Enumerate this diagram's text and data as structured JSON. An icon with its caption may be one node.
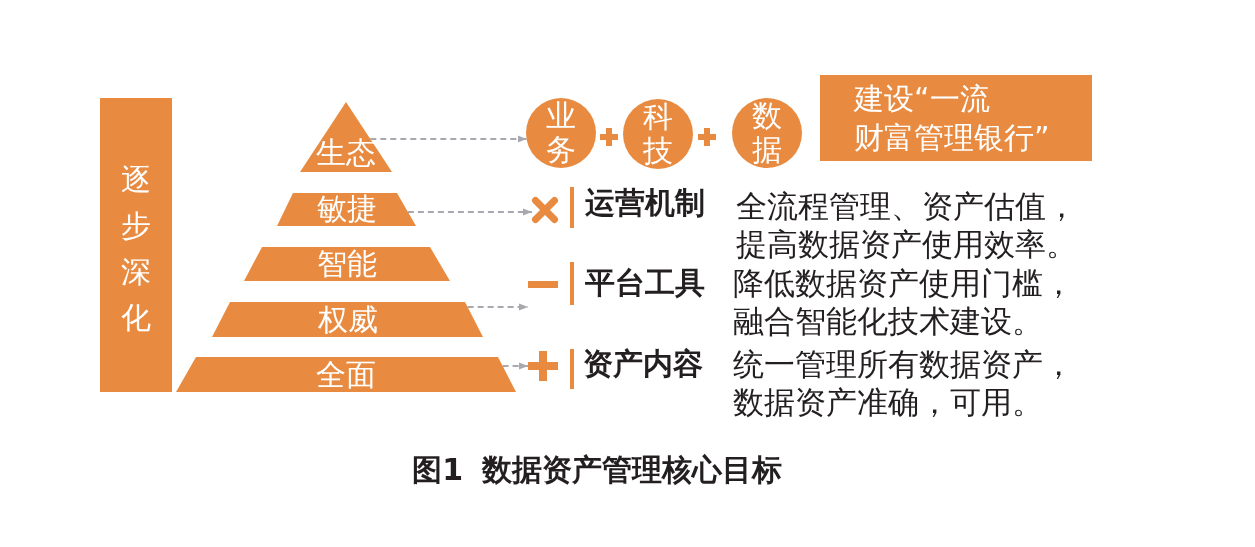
{
  "diagram": {
    "caption": "图1 数据资产管理核心目标",
    "nodes": [
      {
        "text": [
          "逐步深化"
        ]
      },
      {
        "text": [
          "生态"
        ]
      },
      {
        "text": [
          "敏捷"
        ]
      },
      {
        "text": [
          "智能"
        ]
      },
      {
        "text": [
          "权威"
        ]
      },
      {
        "text": [
          "全面"
        ]
      },
      {
        "text": [
          "业务"
        ]
      },
      {
        "text": [
          "科技"
        ]
      },
      {
        "text": [
          "数据"
        ]
      },
      {
        "text": [
          "建设“一流财富管理银行”"
        ]
      },
      {
        "text": [],
        "shape": "cross"
      },
      {
        "text": [],
        "shape": "minus"
      },
      {
        "text": [],
        "shape": "plus"
      }
    ],
    "edges": [
      {
        "from": 1,
        "to": 6,
        "arrow": "to",
        "style": "dashed"
      },
      {
        "from": 2,
        "to": 10,
        "arrow": "to",
        "style": "dashed"
      },
      {
        "from": 4,
        "to": 11,
        "arrow": "to",
        "style": "dashed"
      },
      {
        "from": 5,
        "to": 12,
        "arrow": "to",
        "style": "dashed"
      }
    ],
    "labels": [
      "运营机制",
      "全流程管理、资产估值，提高数据资产使用效率。",
      "平台工具",
      "降低数据资产使用门槛，融合智能化技术建设。",
      "资产内容",
      "统一管理所有数据资产，数据资产准确，可用。"
    ]
  }
}
